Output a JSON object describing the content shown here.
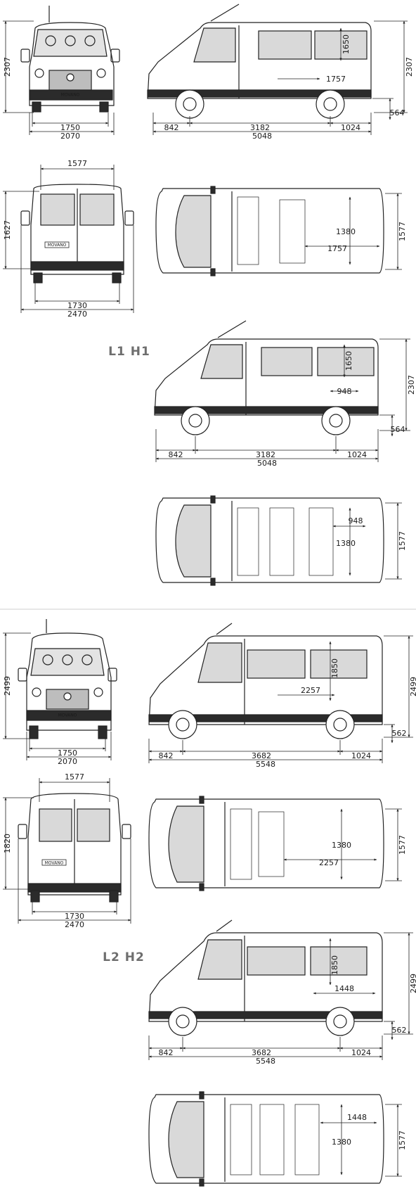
{
  "brand_badge": "MOVANO",
  "colors": {
    "line": "#222222",
    "glass": "#d9d9d9",
    "dark_trim": "#2b2b2b",
    "tag": "#6e6e6e",
    "divider": "#cfcfcf"
  },
  "section_l1h1": {
    "tag": "L1 H1",
    "front": {
      "height": "2307",
      "track": "1750",
      "width_body": "2070"
    },
    "side1": {
      "interior_height": "1650",
      "cargo_length": "1757",
      "overall_height": "2307",
      "ground": "564",
      "front_overhang": "842",
      "wheelbase": "3182",
      "rear_overhang": "1024",
      "overall_length": "5048"
    },
    "rear": {
      "door_width": "1577",
      "door_height": "1627",
      "track": "1730",
      "width_mirrors": "2470"
    },
    "top1": {
      "interior_width": "1380",
      "cargo_length": "1757",
      "width_between_arches": "1577"
    },
    "side2": {
      "interior_height": "1650",
      "cargo_length": "948",
      "overall_height": "2307",
      "ground": "564",
      "front_overhang": "842",
      "wheelbase": "3182",
      "rear_overhang": "1024",
      "overall_length": "5048"
    },
    "top2": {
      "cargo_length": "948",
      "interior_width": "1380",
      "width_between_arches": "1577"
    }
  },
  "section_l2h2": {
    "tag": "L2 H2",
    "front": {
      "height": "2499",
      "track": "1750",
      "width_body": "2070"
    },
    "side1": {
      "interior_height": "1850",
      "cargo_length": "2257",
      "overall_height": "2499",
      "ground": "562",
      "front_overhang": "842",
      "wheelbase": "3682",
      "rear_overhang": "1024",
      "overall_length": "5548"
    },
    "rear": {
      "door_width": "1577",
      "door_height": "1820",
      "track": "1730",
      "width_mirrors": "2470"
    },
    "top1": {
      "interior_width": "1380",
      "cargo_length": "2257",
      "width_between_arches": "1577"
    },
    "side2": {
      "interior_height": "1850",
      "cargo_length": "1448",
      "overall_height": "2499",
      "ground": "562",
      "front_overhang": "842",
      "wheelbase": "3682",
      "rear_overhang": "1024",
      "overall_length": "5548"
    },
    "top2": {
      "cargo_length": "1448",
      "interior_width": "1380",
      "width_between_arches": "1577"
    }
  }
}
